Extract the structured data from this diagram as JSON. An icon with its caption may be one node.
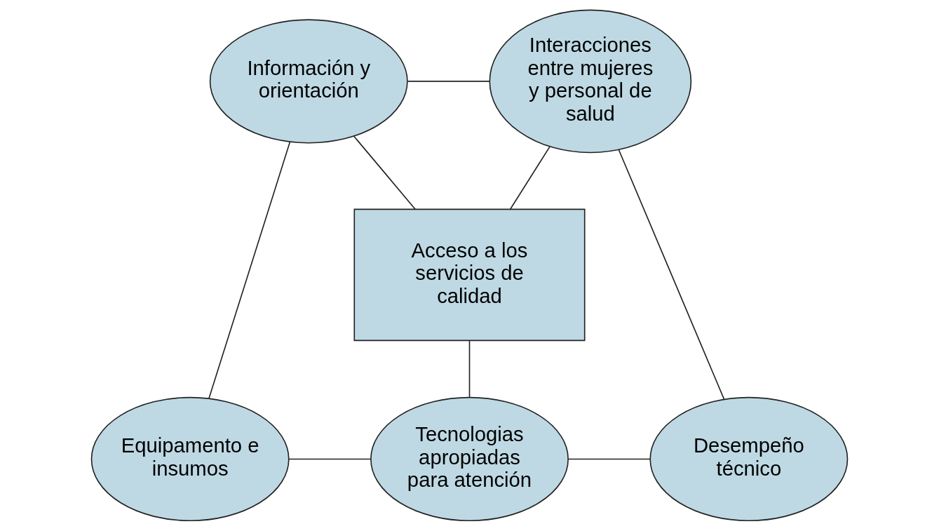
{
  "diagram": {
    "nodes": [
      {
        "text": [
          "Información y orientación"
        ]
      },
      {
        "text": [
          "Interacciones entre mujeres y personal de salud"
        ]
      },
      {
        "text": [
          "Acceso a los servicios de calidad"
        ]
      },
      {
        "text": [
          "Equipamento e insumos"
        ]
      },
      {
        "text": [
          "Tecnologias apropiadas para atención"
        ]
      },
      {
        "text": [
          "Desempeño técnico"
        ]
      }
    ],
    "edges": [
      {
        "from": 0,
        "to": 1,
        "arrow": "none"
      },
      {
        "from": 0,
        "to": 2,
        "arrow": "none"
      },
      {
        "from": 1,
        "to": 2,
        "arrow": "none"
      },
      {
        "from": 0,
        "to": 3,
        "arrow": "none"
      },
      {
        "from": 1,
        "to": 5,
        "arrow": "none"
      },
      {
        "from": 2,
        "to": 4,
        "arrow": "none"
      },
      {
        "from": 3,
        "to": 4,
        "arrow": "none"
      },
      {
        "from": 4,
        "to": 5,
        "arrow": "none"
      }
    ]
  }
}
